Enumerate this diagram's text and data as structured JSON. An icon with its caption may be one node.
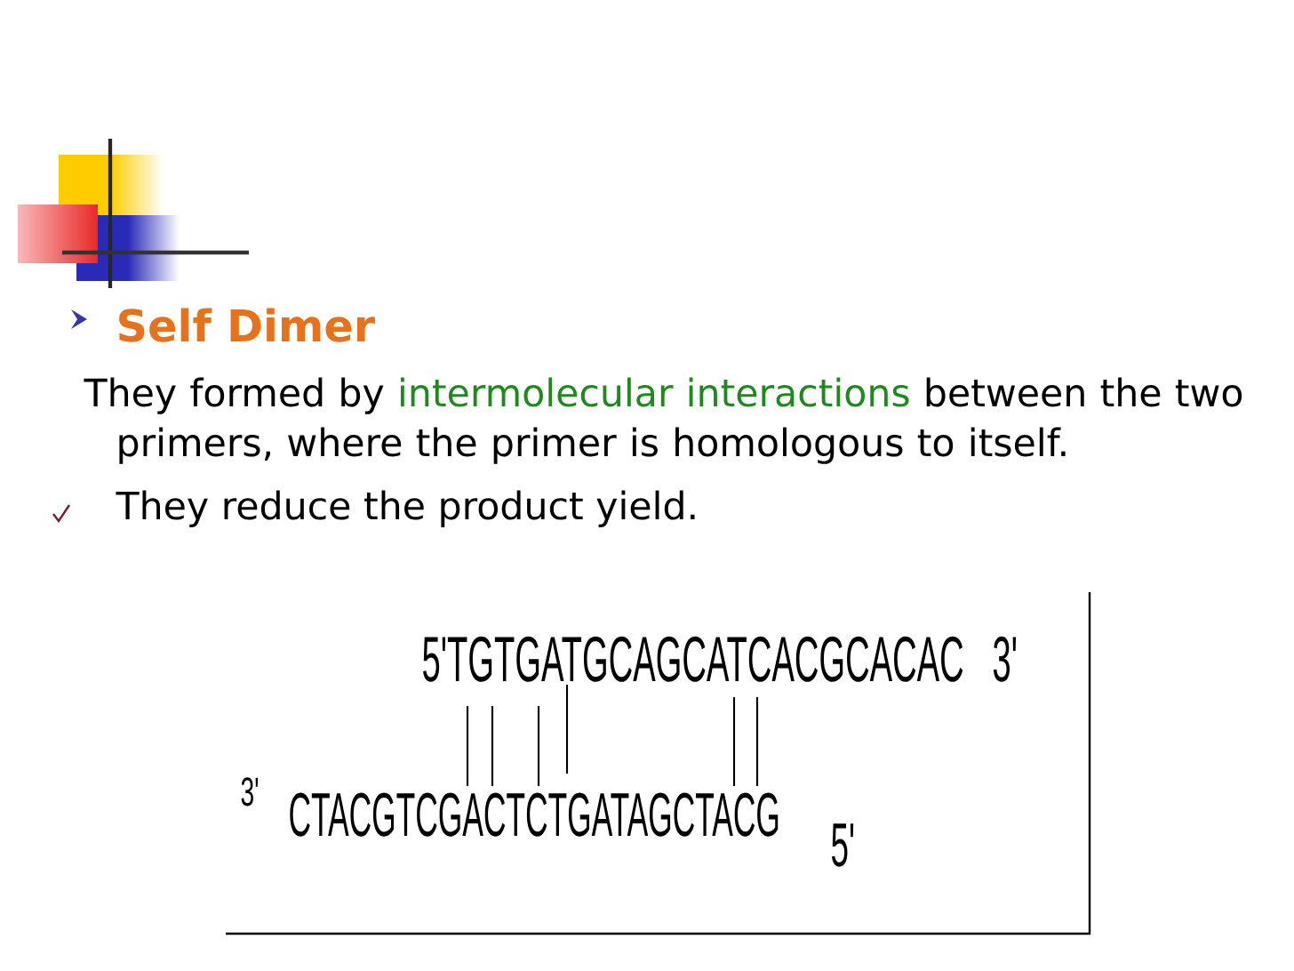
{
  "diagram": {
    "title": "Self Dimer",
    "labels": [
      "They formed by",
      "intermolecular interactions",
      "between the two primers, where the primer is homologous to itself.",
      "They reduce the product yield.",
      "5'TGTGATGCAGCATCACGCACAC 3'",
      "3'",
      "CTACGTCGACTCTGATAGCTACG",
      "5'"
    ]
  }
}
